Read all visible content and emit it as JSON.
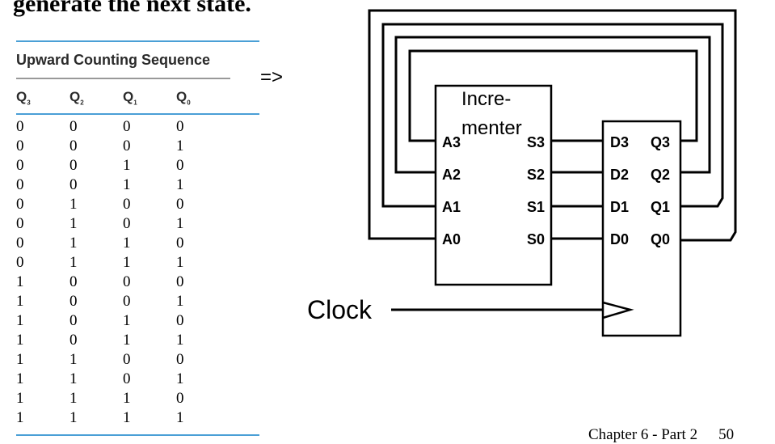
{
  "heading": "generate the next state.",
  "arrow": "=>",
  "table": {
    "title": "Upward Counting Sequence",
    "columns": [
      {
        "letter": "Q",
        "sub": "3"
      },
      {
        "letter": "Q",
        "sub": "2"
      },
      {
        "letter": "Q",
        "sub": "1"
      },
      {
        "letter": "Q",
        "sub": "0"
      }
    ],
    "rows": [
      [
        "0",
        "0",
        "0",
        "0"
      ],
      [
        "0",
        "0",
        "0",
        "1"
      ],
      [
        "0",
        "0",
        "1",
        "0"
      ],
      [
        "0",
        "0",
        "1",
        "1"
      ],
      [
        "0",
        "1",
        "0",
        "0"
      ],
      [
        "0",
        "1",
        "0",
        "1"
      ],
      [
        "0",
        "1",
        "1",
        "0"
      ],
      [
        "0",
        "1",
        "1",
        "1"
      ],
      [
        "1",
        "0",
        "0",
        "0"
      ],
      [
        "1",
        "0",
        "0",
        "1"
      ],
      [
        "1",
        "0",
        "1",
        "0"
      ],
      [
        "1",
        "0",
        "1",
        "1"
      ],
      [
        "1",
        "1",
        "0",
        "0"
      ],
      [
        "1",
        "1",
        "0",
        "1"
      ],
      [
        "1",
        "1",
        "1",
        "0"
      ],
      [
        "1",
        "1",
        "1",
        "1"
      ]
    ]
  },
  "diagram": {
    "incrementer_label_line1": "Incre-",
    "incrementer_label_line2": "menter",
    "inputs": [
      "A3",
      "A2",
      "A1",
      "A0"
    ],
    "outputs": [
      "S3",
      "S2",
      "S1",
      "S0"
    ],
    "reg_inputs": [
      "D3",
      "D2",
      "D1",
      "D0"
    ],
    "reg_outputs": [
      "Q3",
      "Q2",
      "Q1",
      "Q0"
    ],
    "clock_label": "Clock"
  },
  "footer": {
    "chapter": "Chapter 6 - Part 2",
    "page": "50"
  }
}
